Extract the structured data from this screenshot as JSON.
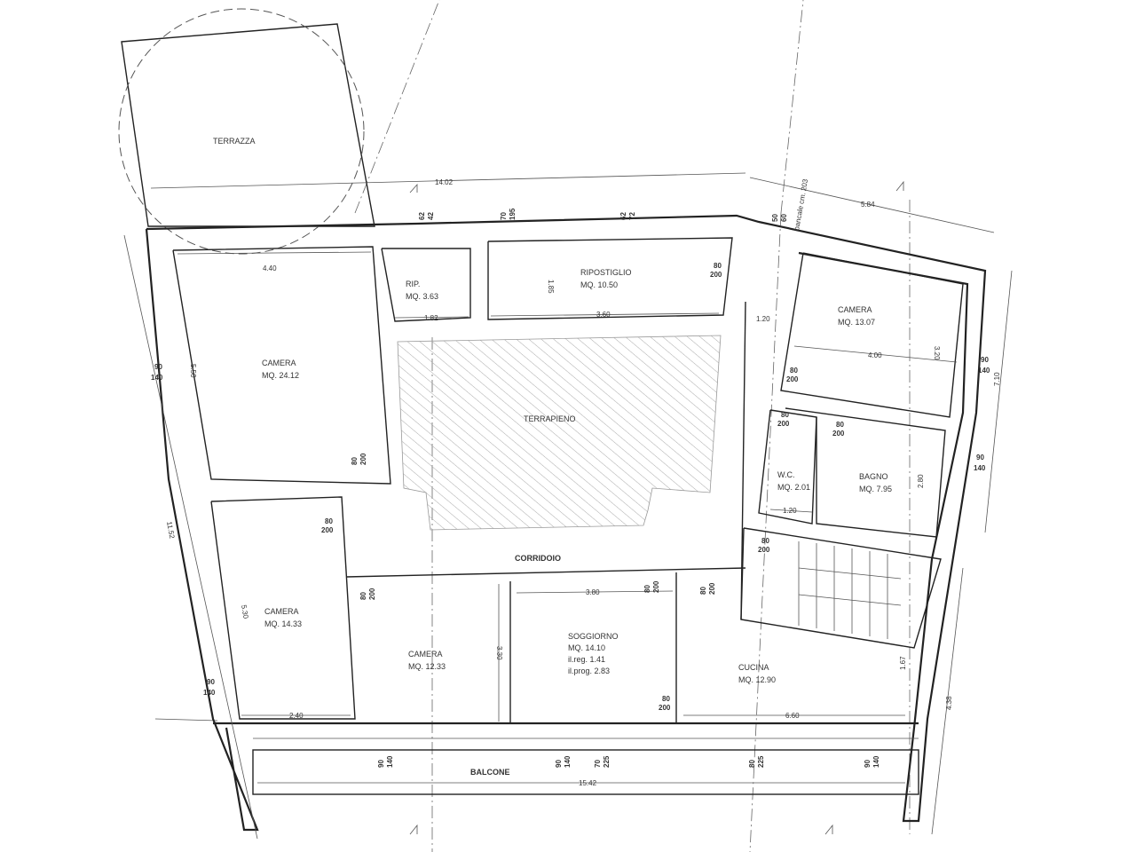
{
  "rooms": {
    "terrazza": "TERRAZZA",
    "rip": {
      "name": "RIP.",
      "area": "MQ. 3.63"
    },
    "ripostiglio": {
      "name": "RIPOSTIGLIO",
      "area": "MQ. 10.50"
    },
    "camera_1": {
      "name": "CAMERA",
      "area": "MQ. 24.12"
    },
    "terrapieno": "TERRAPIENO",
    "camera_2": {
      "name": "CAMERA",
      "area": "MQ. 13.07"
    },
    "wc": {
      "name": "W.C.",
      "area": "MQ. 2.01"
    },
    "bagno": {
      "name": "BAGNO",
      "area": "MQ. 7.95"
    },
    "corridoio": "CORRIDOIO",
    "camera_3": {
      "name": "CAMERA",
      "area": "MQ. 14.33"
    },
    "camera_4": {
      "name": "CAMERA",
      "area": "MQ. 12.33"
    },
    "soggiorno": {
      "name": "SOGGIORNO",
      "area": "MQ. 14.10",
      "il_reg": "il.reg. 1.41",
      "il_prog": "il.prog. 2.83"
    },
    "cucina": {
      "name": "CUCINA",
      "area": "MQ. 12.90"
    },
    "balcone": "BALCONE"
  },
  "dimensions": {
    "top_total": "14.02",
    "top_right": "5.84",
    "camera1_width": "4.40",
    "camera1_depth": "5.50",
    "rip_width": "1.82",
    "ripostiglio_width": "3.60",
    "ripostiglio_depth": "1.85",
    "passage_width": "1.20",
    "camera2_width": "4.00",
    "camera2_depth": "3.20",
    "right_total": "7.10",
    "left_total": "11.52",
    "camera3_depth": "5.30",
    "camera3_width": "2.40",
    "soggiorno_width": "3.80",
    "camera4_depth": "3.30",
    "cucina_width": "6.60",
    "cucina_depth": "1.67",
    "right_lower": "4.38",
    "bagno_depth": "2.80",
    "wc_width": "1.20",
    "balcone_width": "15.42",
    "sill": "bancale cm. 203"
  },
  "openings": {
    "w62_42": [
      "62",
      "42"
    ],
    "w70_195": [
      "70",
      "195"
    ],
    "w62_72": [
      "62",
      "72"
    ],
    "w50_60": [
      "50",
      "60"
    ],
    "d80_200": [
      "80",
      "200"
    ],
    "w90_140": [
      "90",
      "140"
    ],
    "w70_225": [
      "70",
      "225"
    ],
    "w80_225": [
      "80",
      "225"
    ]
  }
}
